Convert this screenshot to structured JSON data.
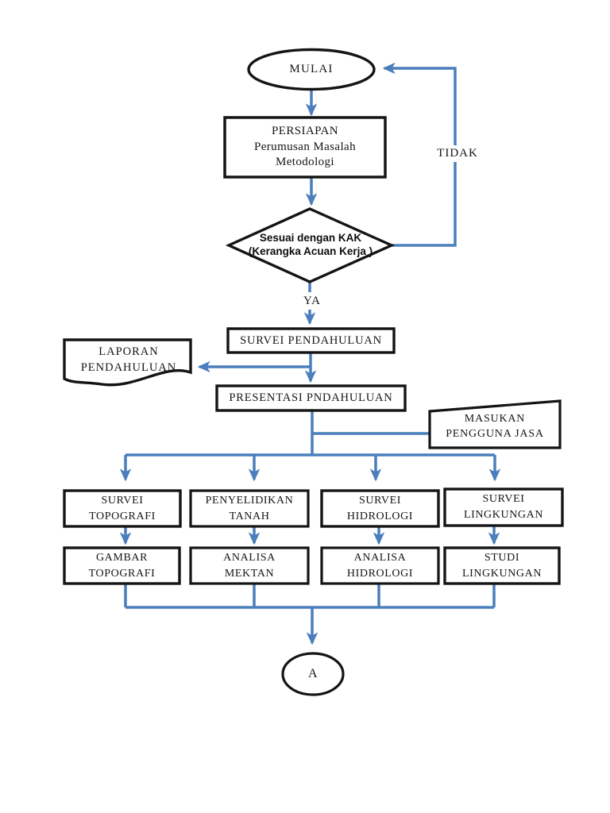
{
  "page": {
    "kind": "flowchart-document-page",
    "background": "#ffffff"
  },
  "colors": {
    "connector_blue": "#4a7ebc",
    "shape_border_black": "#141414",
    "text": "#151515"
  },
  "nodes": {
    "mulai": {
      "label": "MULAI"
    },
    "persiapan": {
      "line1": "PERSIAPAN",
      "line2": "Perumusan Masalah",
      "line3": "Metodologi"
    },
    "kak_decision": {
      "line1": "Sesuai dengan KAK",
      "line2": "(Kerangka Acuan Kerja )"
    },
    "survei_pendahuluan": {
      "label": "SURVEI PENDAHULUAN"
    },
    "laporan_pendahuluan": {
      "line1": "LAPORAN",
      "line2": "PENDAHULUAN"
    },
    "presentasi_pendahuluan": {
      "label": "PRESENTASI PNDAHULUAN"
    },
    "masukan_pengguna_jasa": {
      "line1": "MASUKAN",
      "line2": "PENGGUNA JASA"
    },
    "survei_topografi": {
      "line1": "SURVEI",
      "line2": "TOPOGRAFI"
    },
    "penyelidikan_tanah": {
      "line1": "PENYELIDIKAN",
      "line2": "TANAH"
    },
    "survei_hidrologi": {
      "line1": "SURVEI",
      "line2": "HIDROLOGI"
    },
    "survei_lingkungan": {
      "line1": "SURVEI",
      "line2": "LINGKUNGAN"
    },
    "gambar_topografi": {
      "line1": "GAMBAR",
      "line2": "TOPOGRAFI"
    },
    "analisa_mektan": {
      "line1": "ANALISA",
      "line2": "MEKTAN"
    },
    "analisa_hidrologi": {
      "line1": "ANALISA",
      "line2": "HIDROLOGI"
    },
    "studi_lingkungan": {
      "line1": "STUDI",
      "line2": "LINGKUNGAN"
    },
    "connector_a": {
      "label": "A"
    }
  },
  "edges": {
    "no_label": "TIDAK",
    "yes_label": "YA"
  }
}
